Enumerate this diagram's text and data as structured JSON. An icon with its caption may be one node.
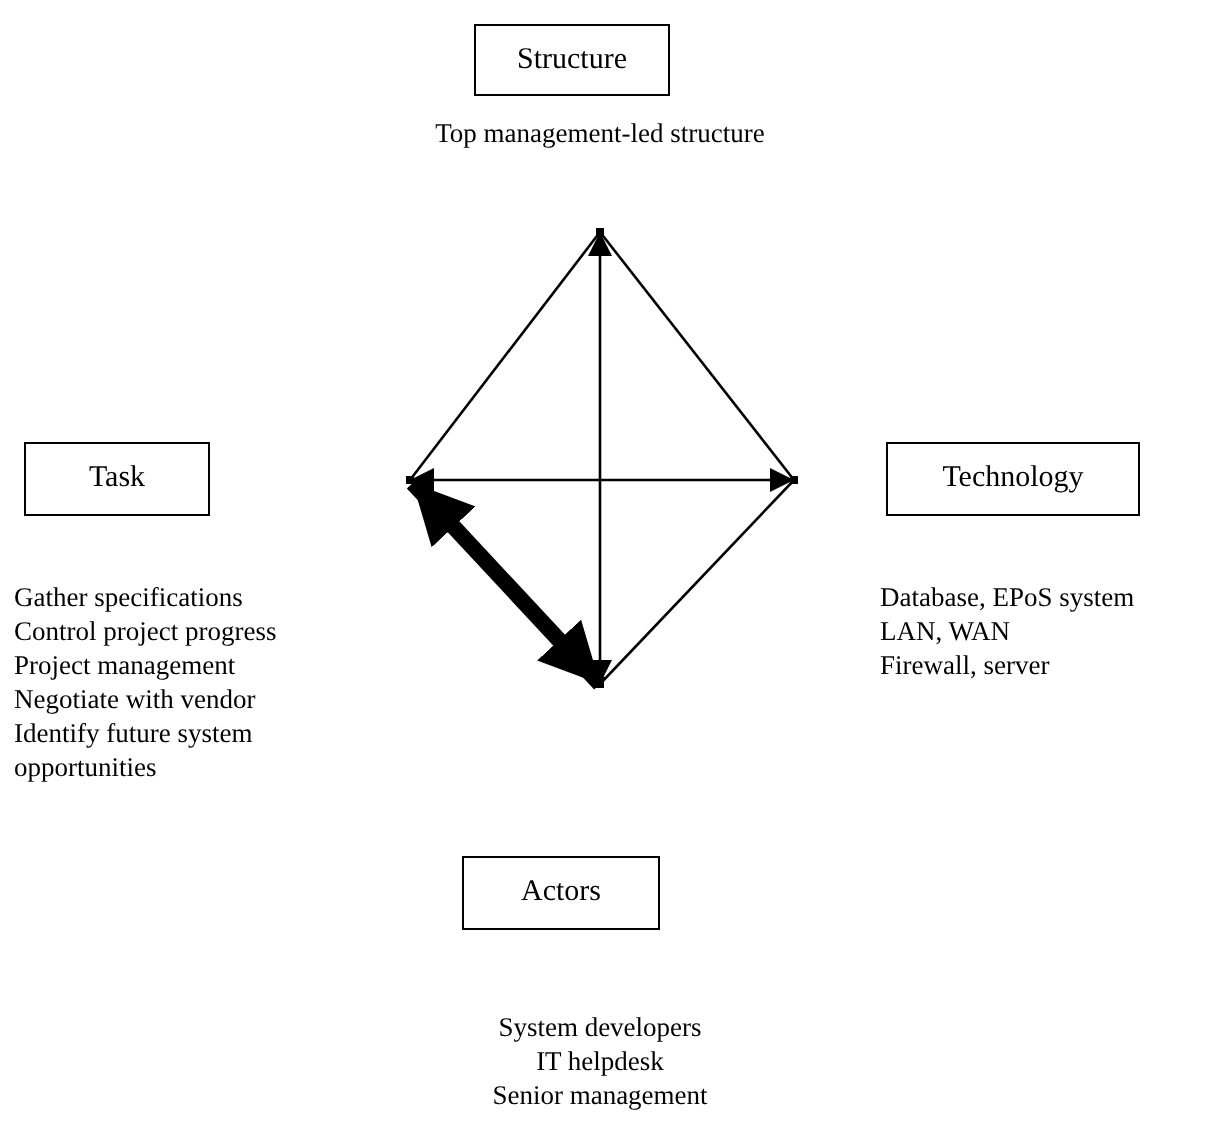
{
  "diagram": {
    "nodes": [
      {
        "text": [
          "Structure"
        ],
        "beside": [
          "Top management-led structure"
        ]
      },
      {
        "text": [
          "Task"
        ],
        "beside": [
          "Gather specifications",
          "Control project progress",
          "Project management",
          "Negotiate with vendor",
          "Identify future system opportunities"
        ]
      },
      {
        "text": [
          "Technology"
        ],
        "beside": [
          "Database, EPoS system",
          "LAN, WAN",
          "Firewall, server"
        ]
      },
      {
        "text": [
          "Actors"
        ],
        "beside": [
          "System developers",
          "IT helpdesk",
          "Senior management"
        ]
      },
      {
        "text": [],
        "shape": "point"
      },
      {
        "text": [],
        "shape": "point"
      },
      {
        "text": [],
        "shape": "point"
      },
      {
        "text": [],
        "shape": "point"
      }
    ],
    "edges": [
      {
        "from": 4,
        "to": 6,
        "arrow": "none"
      },
      {
        "from": 6,
        "to": 7,
        "arrow": "none"
      },
      {
        "from": 5,
        "to": 4,
        "arrow": "none"
      },
      {
        "from": 7,
        "to": 4,
        "arrow": "both"
      },
      {
        "from": 5,
        "to": 6,
        "arrow": "both"
      },
      {
        "from": 5,
        "to": 7,
        "arrow": "both",
        "style": "thick"
      }
    ]
  }
}
